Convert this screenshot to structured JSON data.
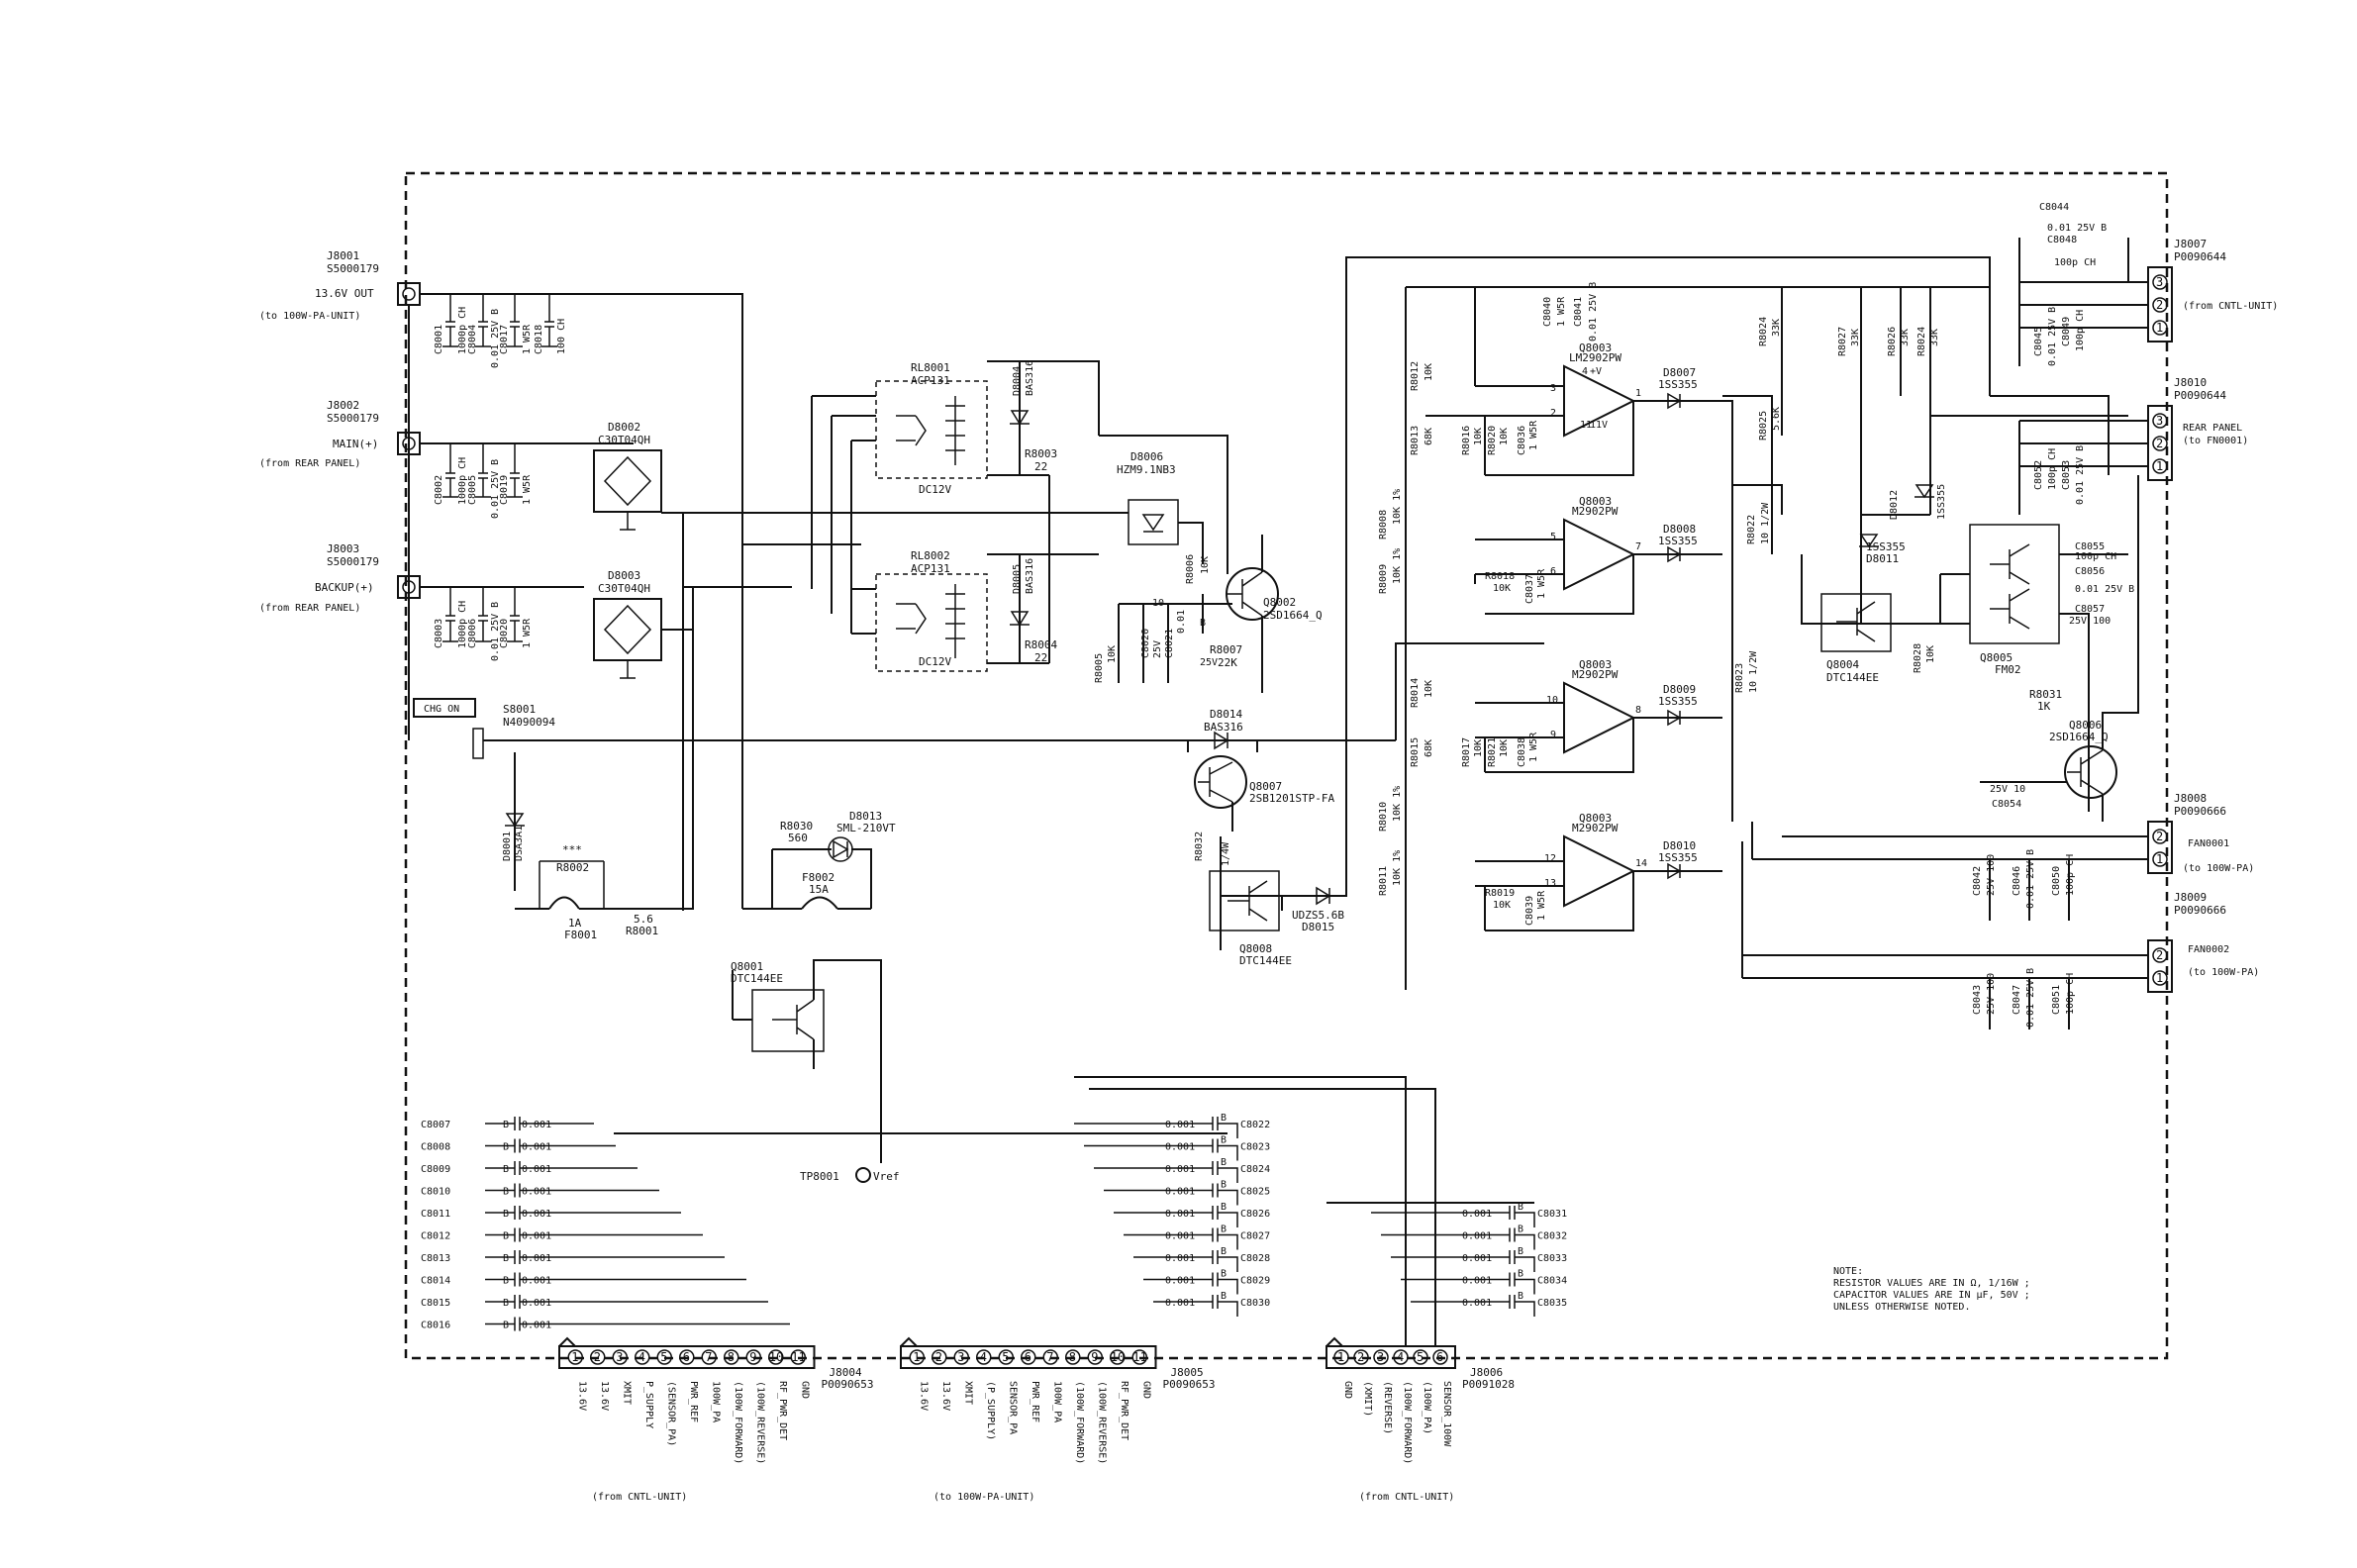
{
  "connectors_left": [
    {
      "ref": "J8001",
      "part": "S5000179",
      "signal": "13.6V OUT",
      "note": "(to 100W-PA-UNIT)"
    },
    {
      "ref": "J8002",
      "part": "S5000179",
      "signal": "MAIN(+)",
      "note": "(from REAR PANEL)"
    },
    {
      "ref": "J8003",
      "part": "S5000179",
      "signal": "BACKUP(+)",
      "note": "(from REAR PANEL)"
    }
  ],
  "connectors_right": [
    {
      "ref": "J8007",
      "part": "P0090644",
      "note": "(from CNTL-UNIT)",
      "pins": [
        "3",
        "2",
        "1"
      ]
    },
    {
      "ref": "J8010",
      "part": "P0090644",
      "note": "REAR PANEL",
      "note2": "(to FN0001)",
      "pins": [
        "3",
        "2",
        "1"
      ]
    },
    {
      "ref": "J8008",
      "part": "P0090666",
      "note": "FAN0001",
      "note2": "(to 100W-PA)",
      "pins": [
        "2",
        "1"
      ]
    },
    {
      "ref": "J8009",
      "part": "P0090666",
      "note": "FAN0002",
      "note2": "(to 100W-PA)",
      "pins": [
        "2",
        "1"
      ]
    }
  ],
  "bottom_connectors": [
    {
      "ref": "J8004",
      "part": "P0090653",
      "caption": "(from CNTL-UNIT)",
      "pins": [
        "1",
        "2",
        "3",
        "4",
        "5",
        "6",
        "7",
        "8",
        "9",
        "10",
        "11"
      ],
      "signals": [
        "13.6V",
        "13.6V",
        "XMIT",
        "P_SUPPLY",
        "(SENSOR_PA)",
        "PWR_REF",
        "100W_PA",
        "(100W_FORWARD)",
        "(100W_REVERSE)",
        "RF_PWR_DET",
        "GND"
      ]
    },
    {
      "ref": "J8005",
      "part": "P0090653",
      "caption": "(to 100W-PA-UNIT)",
      "pins": [
        "1",
        "2",
        "3",
        "4",
        "5",
        "6",
        "7",
        "8",
        "9",
        "10",
        "11"
      ],
      "signals": [
        "13.6V",
        "13.6V",
        "XMIT",
        "(P_SUPPLY)",
        "SENSOR_PA",
        "PWR_REF",
        "100W_PA",
        "(100W_FORWARD)",
        "(100W_REVERSE)",
        "RF_PWR_DET",
        "GND"
      ]
    },
    {
      "ref": "J8006",
      "part": "P0091028",
      "caption": "(from CNTL-UNIT)",
      "pins": [
        "1",
        "2",
        "3",
        "4",
        "5",
        "6"
      ],
      "signals": [
        "GND",
        "(XMIT)",
        "(REVERSE)",
        "(100W_FORWARD)",
        "(100W_PA)",
        "SENSOR_100W"
      ]
    }
  ],
  "caps_left_bottom": [
    "C8007",
    "C8008",
    "C8009",
    "C8010",
    "C8011",
    "C8012",
    "C8013",
    "C8014",
    "C8015",
    "C8016"
  ],
  "caps_mid_bottom": [
    "C8022",
    "C8023",
    "C8024",
    "C8025",
    "C8026",
    "C8027",
    "C8028",
    "C8029",
    "C8030"
  ],
  "caps_right_bottom": [
    "C8031",
    "C8032",
    "C8033",
    "C8034",
    "C8035"
  ],
  "cap_small_value": "0.001",
  "cap_small_type": "B",
  "input_caps": [
    [
      {
        "ref": "C8001",
        "val": "1000p CH"
      },
      {
        "ref": "C8004",
        "val": "0.01 25V B"
      },
      {
        "ref": "C8017",
        "val": "1 W5R"
      },
      {
        "ref": "C8018",
        "val": "100 CH"
      }
    ],
    [
      {
        "ref": "C8002",
        "val": "1000p CH"
      },
      {
        "ref": "C8005",
        "val": "0.01 25V B"
      },
      {
        "ref": "C8019",
        "val": "1 W5R"
      }
    ],
    [
      {
        "ref": "C8003",
        "val": "1000p CH"
      },
      {
        "ref": "C8006",
        "val": "0.01 25V B"
      },
      {
        "ref": "C8020",
        "val": "1 W5R"
      }
    ]
  ],
  "bridges": [
    {
      "ref": "D8002",
      "part": "C30T04QH"
    },
    {
      "ref": "D8003",
      "part": "C30T04QH"
    }
  ],
  "relays": [
    {
      "ref": "RL8001",
      "part": "ACP131",
      "coil": "DC12V",
      "diode": "D8004",
      "diode_part": "BAS316",
      "res": "R8003",
      "res_val": "22"
    },
    {
      "ref": "RL8002",
      "part": "ACP131",
      "coil": "DC12V",
      "diode": "D8005",
      "diode_part": "BAS316",
      "res": "R8004",
      "res_val": "22"
    }
  ],
  "opamps": [
    {
      "ref": "Q8003",
      "part": "LM2902PW",
      "pins": {
        "plus": "3",
        "minus": "2",
        "out": "1",
        "vcc": "4",
        "vcc_label": "+V",
        "gnd": "11",
        "gnd_label": "11V"
      }
    },
    {
      "ref": "Q8003",
      "part": "M2902PW",
      "pins": {
        "plus": "5",
        "minus": "6",
        "out": "7"
      }
    },
    {
      "ref": "Q8003",
      "part": "M2902PW",
      "pins": {
        "plus": "10",
        "minus": "9",
        "out": "8"
      }
    },
    {
      "ref": "Q8003",
      "part": "M2902PW",
      "pins": {
        "plus": "12",
        "minus": "13",
        "out": "14"
      }
    }
  ],
  "opamp_diodes": [
    {
      "ref": "D8007",
      "part": "1SS355"
    },
    {
      "ref": "D8008",
      "part": "1SS355"
    },
    {
      "ref": "D8009",
      "part": "1SS355"
    },
    {
      "ref": "D8010",
      "part": "1SS355"
    }
  ],
  "parts": {
    "d8006": {
      "ref": "D8006",
      "part": "HZM9.1NB3"
    },
    "r8006": {
      "ref": "R8006",
      "val": "10K"
    },
    "q8002": {
      "ref": "Q8002",
      "part": "2SD1664_Q"
    },
    "r8007": {
      "ref": "R8007",
      "val": "22K"
    },
    "c8021": {
      "ref": "C8021",
      "val": "0.01"
    },
    "c8020b": {
      "ref": "C8020",
      "val": "25V"
    },
    "c8020v": "10",
    "cap25v": "25V",
    "cap_b": "B",
    "r8005": {
      "ref": "R8005",
      "val": "10K"
    },
    "d8014": {
      "ref": "D8014",
      "part": "BAS316"
    },
    "q8007": {
      "ref": "Q8007",
      "part": "2SB1201STP-FA"
    },
    "r8032": {
      "ref": "R8032",
      "val": "1/4W"
    },
    "q8008": {
      "ref": "Q8008",
      "part": "DTC144EE"
    },
    "d8015": {
      "ref": "D8015",
      "part": "UDZS5.6B"
    },
    "s8001": {
      "ref": "S8001",
      "part": "N4090094"
    },
    "chg_on": "CHG ON",
    "d8001": {
      "ref": "D8001",
      "part": "DSA3A1"
    },
    "r8002": {
      "ref": "R8002",
      "val": "***"
    },
    "f8001": {
      "ref": "F8001",
      "val": "1A"
    },
    "r8001": {
      "ref": "R8001",
      "val": "5.6"
    },
    "r8030": {
      "ref": "R8030",
      "val": "560"
    },
    "d8013": {
      "ref": "D8013",
      "part": "SML-210VT"
    },
    "f8002": {
      "ref": "F8002",
      "val": "15A"
    },
    "q8001": {
      "ref": "Q8001",
      "part": "DTC144EE"
    },
    "tp8001": {
      "ref": "TP8001",
      "label": "Vref"
    },
    "c8044": {
      "ref": "C8044",
      "val": "0.01 25V B"
    },
    "c8048": {
      "ref": "C8048",
      "val": "100p CH"
    },
    "c8045": {
      "ref": "C8045",
      "val": "0.01 25V B"
    },
    "c8049": {
      "ref": "C8049",
      "val": "100p CH"
    },
    "c8052": {
      "ref": "C8052",
      "val": "100p CH"
    },
    "c8053": {
      "ref": "C8053",
      "val": "0.01 25V B"
    },
    "c8040": {
      "ref": "C8040",
      "val": "1 W5R"
    },
    "c8041": {
      "ref": "C8041",
      "val": "0.01 25V B"
    },
    "r8012": {
      "ref": "R8012",
      "val": "10K"
    },
    "r8013": {
      "ref": "R8013",
      "val": "68K"
    },
    "r8016": {
      "ref": "R8016",
      "val": "10K"
    },
    "r8020": {
      "ref": "R8020",
      "val": "10K"
    },
    "c8036": {
      "ref": "C8036",
      "val": "1 W5R"
    },
    "r8008": {
      "ref": "R8008",
      "val": "10K 1%"
    },
    "r8009": {
      "ref": "R8009",
      "val": "10K 1%"
    },
    "r8018": {
      "ref": "R8018",
      "val": "10K"
    },
    "c8037": {
      "ref": "C8037",
      "val": "1 W5R"
    },
    "r8022": {
      "ref": "R8022",
      "val": "10 1/2W"
    },
    "r8023": {
      "ref": "R8023",
      "val": "10 1/2W"
    },
    "r8014": {
      "ref": "R8014",
      "val": "10K"
    },
    "r8015": {
      "ref": "R8015",
      "val": "68K"
    },
    "r8017": {
      "ref": "R8017",
      "val": "10K"
    },
    "r8021": {
      "ref": "R8021",
      "val": "10K"
    },
    "c8038": {
      "ref": "C8038",
      "val": "1 W5R"
    },
    "r8010": {
      "ref": "R8010",
      "val": "10K 1%"
    },
    "r8011": {
      "ref": "R8011",
      "val": "10K 1%"
    },
    "r8019": {
      "ref": "R8019",
      "val": "10K"
    },
    "c8039": {
      "ref": "C8039",
      "val": "1 W5R"
    },
    "r8024": {
      "ref": "R8024",
      "val": "33K"
    },
    "r8025": {
      "ref": "R8025",
      "val": "5.6K"
    },
    "r8027": {
      "ref": "R8027",
      "val": "33K"
    },
    "r8026": {
      "ref": "R8026",
      "val": "33K"
    },
    "r8024b": {
      "ref": "R8024",
      "val": "33K"
    },
    "d8012": {
      "ref": "D8012",
      "part": "1SS355"
    },
    "d8011": {
      "ref": "D8011",
      "part": "1SS355"
    },
    "q8004": {
      "ref": "Q8004",
      "part": "DTC144EE"
    },
    "r8028": {
      "ref": "R8028",
      "val": "10K"
    },
    "q8005": {
      "ref": "Q8005",
      "part": "FM02"
    },
    "c8055": {
      "ref": "C8055",
      "val": "100p CH"
    },
    "c8056": {
      "ref": "C8056",
      "val": "0.01 25V B"
    },
    "c8057": {
      "ref": "C8057",
      "val": "25V 100"
    },
    "r8031": {
      "ref": "R8031",
      "val": "1K"
    },
    "q8006": {
      "ref": "Q8006",
      "part": "2SD1664_Q"
    },
    "c8054": {
      "ref": "C8054",
      "val": "25V 10"
    },
    "c8042": {
      "ref": "C8042",
      "val": "25V 100"
    },
    "c8046": {
      "ref": "C8046",
      "val": "0.01 25V B"
    },
    "c8050": {
      "ref": "C8050",
      "val": "100p CH"
    },
    "c8043": {
      "ref": "C8043",
      "val": "25V 100"
    },
    "c8047": {
      "ref": "C8047",
      "val": "0.01 25V B"
    },
    "c8051": {
      "ref": "C8051",
      "val": "100p CH"
    }
  },
  "note": {
    "title": "NOTE:",
    "line1": "RESISTOR VALUES ARE IN Ω, 1/16W ;",
    "line2": "CAPACITOR VALUES ARE IN μF, 50V ;",
    "line3": "UNLESS OTHERWISE NOTED."
  }
}
